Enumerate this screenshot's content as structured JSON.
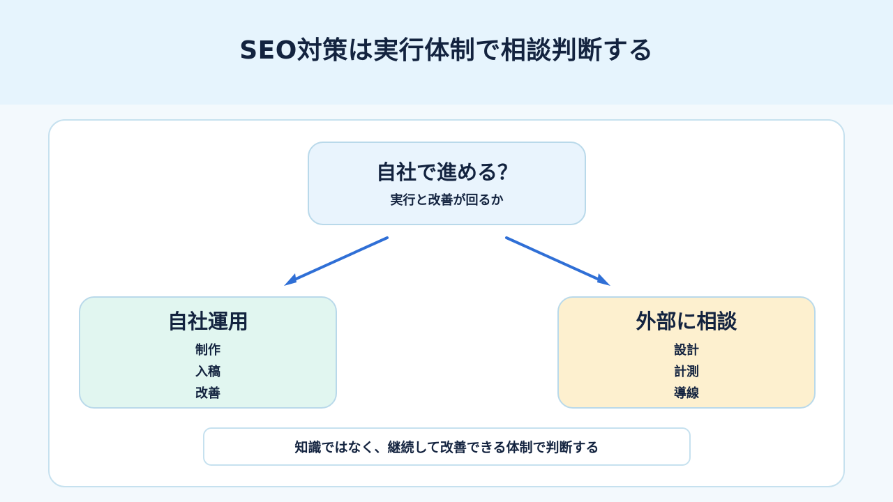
{
  "title": "SEO対策は実行体制で相談判断する",
  "decision": {
    "title": "自社で進める？",
    "subtitle": "実行と改善が回るか"
  },
  "options": {
    "left": {
      "title": "自社運用",
      "items": [
        "制作",
        "入稿",
        "改善"
      ]
    },
    "right": {
      "title": "外部に相談",
      "items": [
        "設計",
        "計測",
        "導線"
      ]
    }
  },
  "footer_note": "知識ではなく、継続して改善できる体制で判断する",
  "colors": {
    "arrow": "#2f6fd6",
    "left_box": "#e1f6f0",
    "right_box": "#fdf0cf",
    "top_box": "#e9f4fd"
  }
}
